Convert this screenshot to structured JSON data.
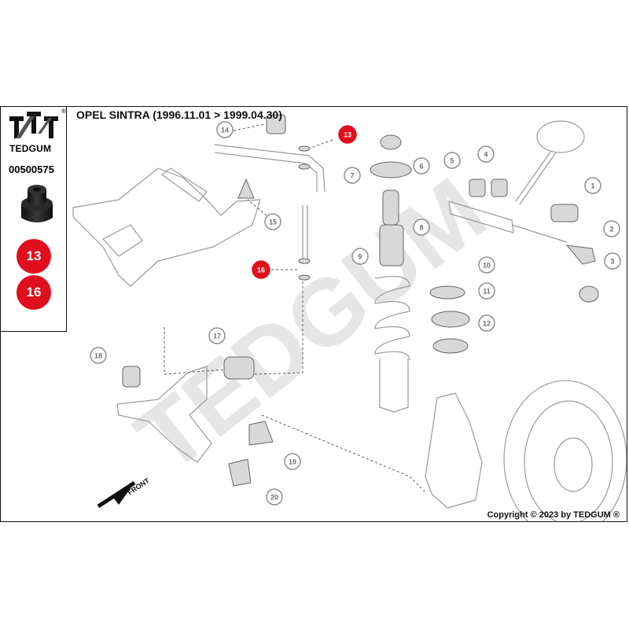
{
  "brand": {
    "name": "TEDGUM",
    "registered_mark": "®"
  },
  "part_number": "00500575",
  "highlighted_positions": [
    "13",
    "16"
  ],
  "title": "OPEL SINTRA (1996.11.01 > 1999.04.30)",
  "copyright": "Copyright © 2023 by TEDGUM ®",
  "watermark": "TEDGUM",
  "front_label": "FRONT",
  "callouts": [
    {
      "id": "1",
      "label": "1",
      "highlight": false
    },
    {
      "id": "2",
      "label": "2",
      "highlight": false
    },
    {
      "id": "3",
      "label": "3",
      "highlight": false
    },
    {
      "id": "4",
      "label": "4",
      "highlight": false
    },
    {
      "id": "5",
      "label": "5",
      "highlight": false
    },
    {
      "id": "6",
      "label": "6",
      "highlight": false
    },
    {
      "id": "7",
      "label": "7",
      "highlight": false
    },
    {
      "id": "8",
      "label": "8",
      "highlight": false
    },
    {
      "id": "9",
      "label": "9",
      "highlight": false
    },
    {
      "id": "10",
      "label": "10",
      "highlight": false
    },
    {
      "id": "11",
      "label": "11",
      "highlight": false
    },
    {
      "id": "12",
      "label": "12",
      "highlight": false
    },
    {
      "id": "13",
      "label": "13",
      "highlight": true
    },
    {
      "id": "14",
      "label": "14",
      "highlight": false
    },
    {
      "id": "15",
      "label": "15",
      "highlight": false
    },
    {
      "id": "16",
      "label": "16",
      "highlight": true
    },
    {
      "id": "17",
      "label": "17",
      "highlight": false
    },
    {
      "id": "18",
      "label": "18",
      "highlight": false
    },
    {
      "id": "19",
      "label": "19",
      "highlight": false
    },
    {
      "id": "20",
      "label": "20",
      "highlight": false
    }
  ],
  "colors": {
    "highlight_red": "#e10e1d",
    "callout_grey": "#8f8f8f",
    "line_grey": "#8a8a8a",
    "watermark_grey": "#e4e4e4",
    "text_dark": "#111111"
  }
}
